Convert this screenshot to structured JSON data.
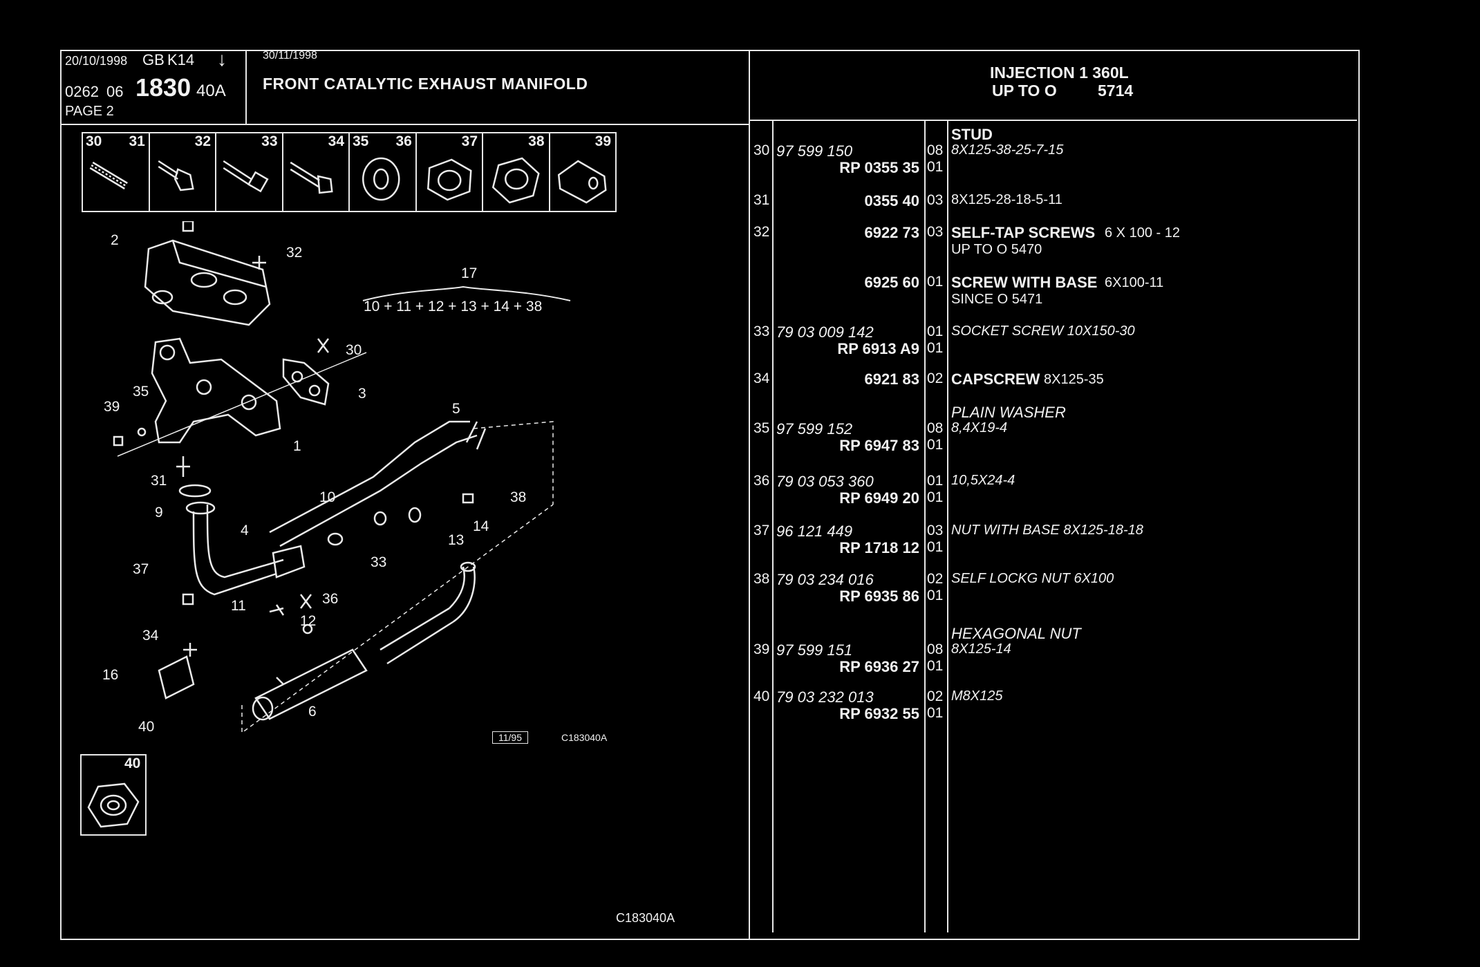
{
  "header": {
    "date1": "20/10/1998",
    "market": "GB",
    "model": "K14",
    "arrow": "↓",
    "code_a": "0262",
    "code_b": "06",
    "group": "1830",
    "group_suffix": "40A",
    "page": "PAGE 2",
    "date2": "30/11/1998",
    "title": "FRONT CATALYTIC EXHAUST MANIFOLD",
    "applicability_line1": "INJECTION 1 360L",
    "applicability_line2_a": "UP TO O",
    "applicability_line2_b": "5714"
  },
  "icon_strip": [
    {
      "nums": [
        "30",
        "31"
      ],
      "icon": "stud-icon"
    },
    {
      "nums": [
        "32"
      ],
      "icon": "self-tap-screw-icon"
    },
    {
      "nums": [
        "33"
      ],
      "icon": "socket-screw-icon"
    },
    {
      "nums": [
        "34"
      ],
      "icon": "capscrew-icon"
    },
    {
      "nums": [
        "35",
        "36"
      ],
      "icon": "washer-icon"
    },
    {
      "nums": [
        "37"
      ],
      "icon": "flanged-nut-icon"
    },
    {
      "nums": [
        "38"
      ],
      "icon": "lock-nut-icon"
    },
    {
      "nums": [
        "39"
      ],
      "icon": "hex-nut-icon"
    }
  ],
  "diagram": {
    "callouts": [
      "2",
      "32",
      "17",
      "30",
      "3",
      "35",
      "39",
      "1",
      "5",
      "31",
      "10",
      "38",
      "9",
      "4",
      "14",
      "13",
      "37",
      "33",
      "11",
      "36",
      "12",
      "34",
      "16",
      "6",
      "40"
    ],
    "formula": "10 + 11 + 12 + 13 + 14 + 38",
    "ref_box": "11/95",
    "ref_code": "C183040A",
    "inset_num": "40",
    "footer_code": "C183040A"
  },
  "parts": [
    {
      "ref": "30",
      "pn": "97 599 150",
      "rp": "RP  0355 35",
      "qty1": "08",
      "qty2": "01",
      "desc_head": "STUD",
      "desc": "8X125-38-25-7-15",
      "desc2": ""
    },
    {
      "ref": "31",
      "pn": "",
      "rp": "0355 40",
      "qty1": "03",
      "qty2": "",
      "desc_head": "",
      "desc": "8X125-28-18-5-11",
      "desc2": ""
    },
    {
      "ref": "32",
      "pn": "",
      "rp": "6922 73",
      "qty1": "03",
      "qty2": "",
      "desc_head": "SELF-TAP SCREWS",
      "desc": "6 X 100 - 12",
      "desc2": "UP TO  O  5470"
    },
    {
      "ref": "",
      "pn": "",
      "rp": "6925 60",
      "qty1": "01",
      "qty2": "",
      "desc_head": "SCREW WITH BASE",
      "desc": "6X100-11",
      "desc2": "SINCE  O  5471"
    },
    {
      "ref": "33",
      "pn": "79 03 009 142",
      "rp": "RP  6913 A9",
      "qty1": "01",
      "qty2": "01",
      "desc_head": "",
      "desc": "SOCKET SCREW 10X150-30",
      "desc2": ""
    },
    {
      "ref": "34",
      "pn": "",
      "rp": "6921 83",
      "qty1": "02",
      "qty2": "",
      "desc_head": "CAPSCREW",
      "desc": "8X125-35",
      "desc2": ""
    },
    {
      "ref": "35",
      "pn": "97 599 152",
      "rp": "RP  6947 83",
      "qty1": "08",
      "qty2": "01",
      "desc_head": "PLAIN WASHER",
      "desc": "8,4X19-4",
      "desc2": ""
    },
    {
      "ref": "36",
      "pn": "79 03 053 360",
      "rp": "RP  6949 20",
      "qty1": "01",
      "qty2": "01",
      "desc_head": "",
      "desc": "10,5X24-4",
      "desc2": ""
    },
    {
      "ref": "37",
      "pn": "96 121 449",
      "rp": "RP  1718 12",
      "qty1": "03",
      "qty2": "01",
      "desc_head": "",
      "desc": "NUT WITH BASE 8X125-18-18",
      "desc2": ""
    },
    {
      "ref": "38",
      "pn": "79 03 234 016",
      "rp": "RP  6935 86",
      "qty1": "02",
      "qty2": "01",
      "desc_head": "",
      "desc": "SELF LOCKG NUT 6X100",
      "desc2": ""
    },
    {
      "ref": "39",
      "pn": "97 599 151",
      "rp": "RP  6936 27",
      "qty1": "08",
      "qty2": "01",
      "desc_head": "HEXAGONAL NUT",
      "desc": "8X125-14",
      "desc2": ""
    },
    {
      "ref": "40",
      "pn": "79 03 232 013",
      "rp": "RP  6932 55",
      "qty1": "02",
      "qty2": "01",
      "desc_head": "",
      "desc": "M8X125",
      "desc2": ""
    }
  ],
  "colors": {
    "background": "#000000",
    "line": "#e8e8e8",
    "text": "#f2f2f2"
  }
}
